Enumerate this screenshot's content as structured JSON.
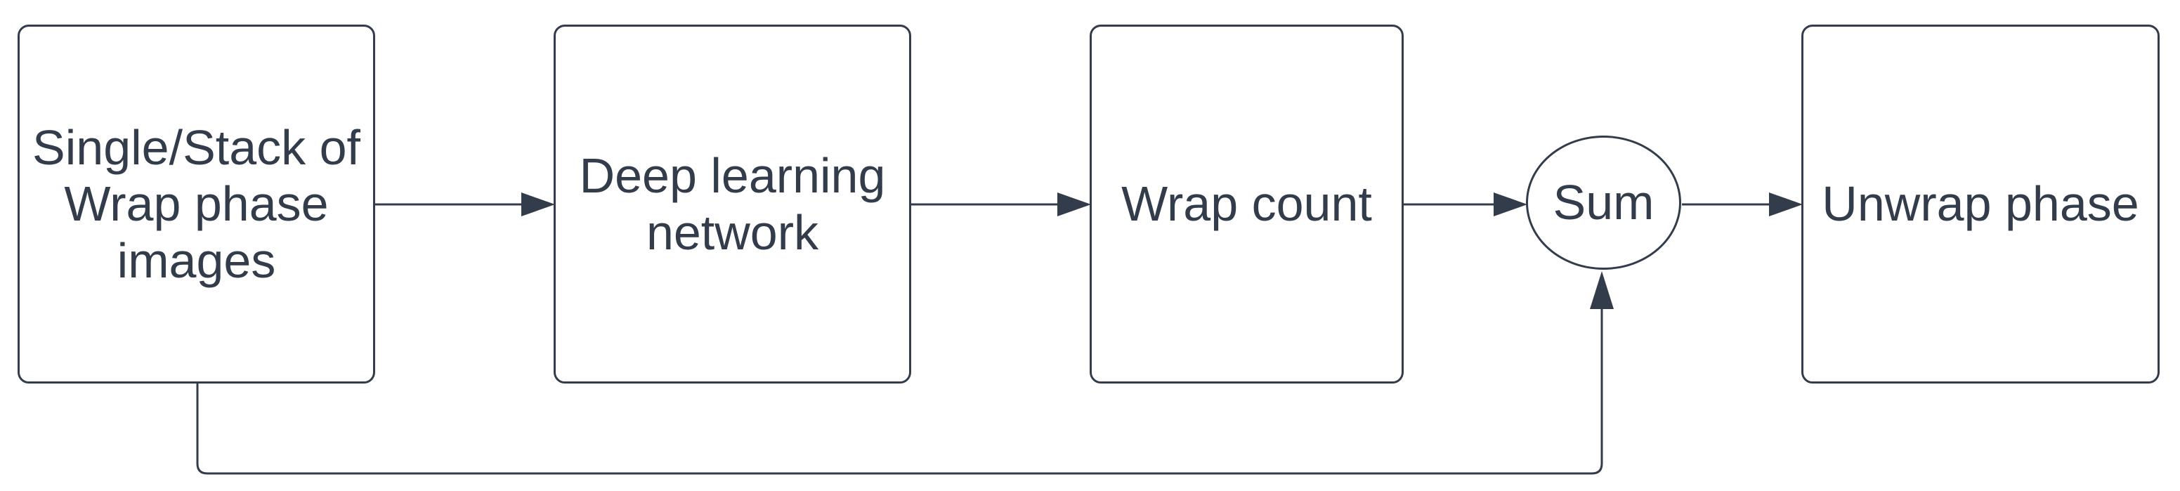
{
  "diagram": {
    "background_color": "#ffffff",
    "stroke_color": "#333c4a",
    "text_color": "#333c4a",
    "nodes": [
      {
        "id": "input",
        "shape": "rectangle",
        "label": "Single/Stack of\nWrap phase\nimages"
      },
      {
        "id": "network",
        "shape": "rectangle",
        "label": "Deep learning\nnetwork"
      },
      {
        "id": "wrap-count",
        "shape": "rectangle",
        "label": "Wrap count"
      },
      {
        "id": "sum",
        "shape": "ellipse",
        "label": "Sum"
      },
      {
        "id": "unwrap",
        "shape": "rectangle",
        "label": "Unwrap phase"
      }
    ],
    "edges": [
      {
        "from": "input",
        "to": "network",
        "type": "arrow"
      },
      {
        "from": "network",
        "to": "wrap-count",
        "type": "arrow"
      },
      {
        "from": "wrap-count",
        "to": "sum",
        "type": "arrow"
      },
      {
        "from": "sum",
        "to": "unwrap",
        "type": "arrow"
      },
      {
        "from": "input",
        "to": "sum",
        "type": "arrow",
        "route": "bottom-feedback"
      }
    ]
  }
}
